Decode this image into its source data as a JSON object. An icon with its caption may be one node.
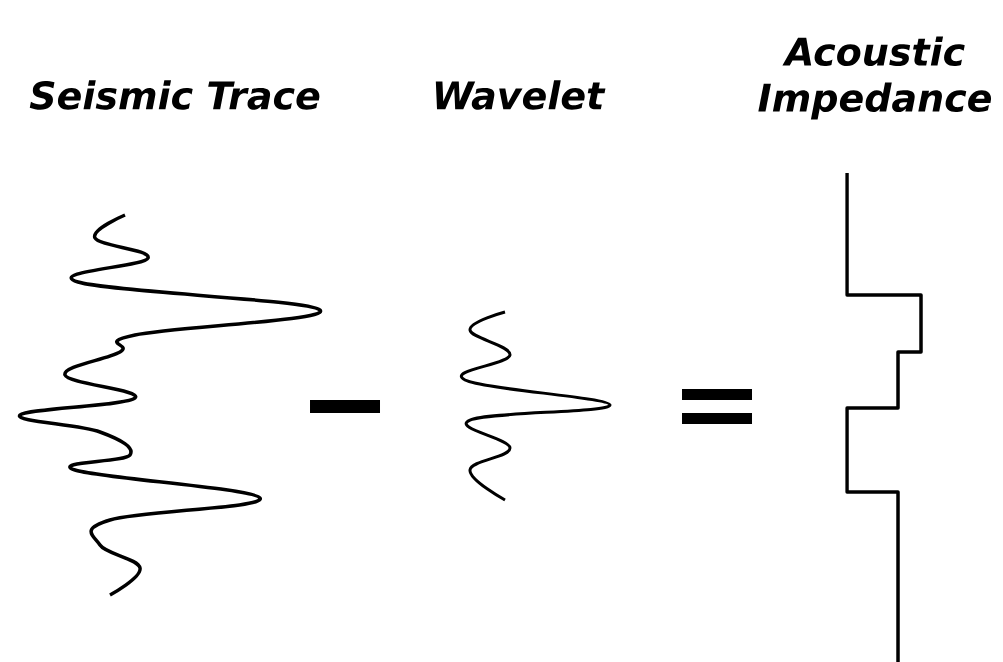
{
  "diagram": {
    "labels": [
      "Seismic Trace",
      "Wavelet",
      "Acoustic Impedance"
    ]
  }
}
